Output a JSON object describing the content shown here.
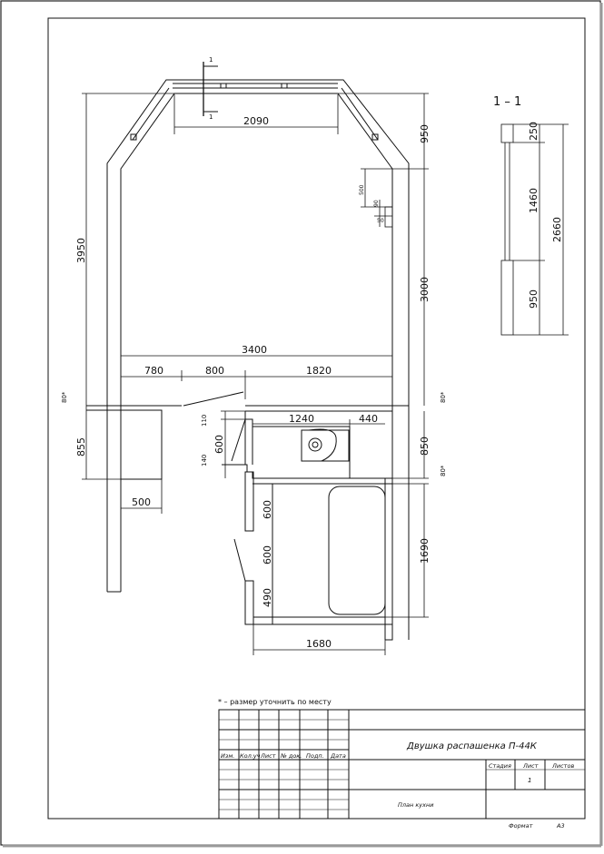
{
  "section_label": "1 – 1",
  "cut_marks": [
    "1",
    "1"
  ],
  "dims": {
    "d2090": "2090",
    "d950a": "950",
    "d3950": "3950",
    "d3000": "3000",
    "d3400": "3400",
    "d780": "780",
    "d800": "800",
    "d1820": "1820",
    "d80a": "80*",
    "d80b": "80*",
    "d80c": "80*",
    "d855": "855",
    "d500b": "500",
    "d110": "110",
    "d600a": "600",
    "d140": "140",
    "d1240": "1240",
    "d440": "440",
    "d850": "850",
    "d600b": "600",
    "d600c": "600",
    "d490": "490",
    "d1690": "1690",
    "d1680": "1680",
    "d500s": "500",
    "d90s": "90",
    "d50s": "50",
    "s250": "250",
    "s1460": "1460",
    "s950": "950",
    "s2660": "2660"
  },
  "note": "* – размер уточнить по месту",
  "stamp": {
    "title": "Двушка распашенка П-44К",
    "subtitle": "План кухни",
    "headers": [
      "Изм.",
      "Кол.уч",
      "Лист",
      "№ док.",
      "Подп.",
      "Дата"
    ],
    "stage_label": "Стадия",
    "sheet_label": "Лист",
    "sheets_label": "Листов",
    "sheet_value": "1",
    "format_label": "Формат",
    "format_value": "А3"
  },
  "colors": {
    "line": "#111111",
    "paper": "#ffffff"
  }
}
